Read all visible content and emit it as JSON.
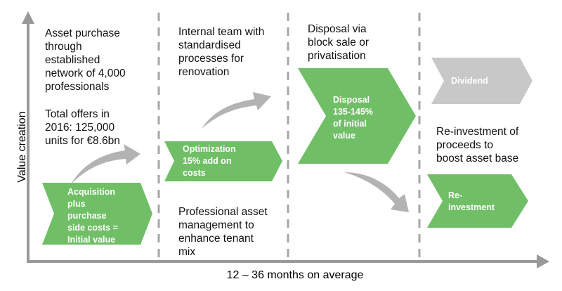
{
  "axes": {
    "y_label": "Value creation",
    "x_label": "12 – 36 months on average"
  },
  "colors": {
    "green": "#70bf67",
    "grey_box": "#c8c8c8",
    "arrow_grey": "#b3b3b3",
    "axis_grey": "#999999",
    "divider_grey": "#a6a6a6"
  },
  "columns": [
    {
      "top_text": [
        "Asset purchase",
        "through",
        "established",
        "network of 4,000",
        "professionals"
      ],
      "mid_text": [
        "Total offers in",
        "2016: 125,000",
        "units for €8.6bn"
      ],
      "box": {
        "lines": [
          "Acquisition",
          "plus",
          "purchase",
          "side costs =",
          "Initial value"
        ],
        "color": "green"
      }
    },
    {
      "top_text": [
        "Internal team with",
        "standardised",
        "processes for",
        "renovation"
      ],
      "box": {
        "lines": [
          "Optimization",
          "15% add on",
          "costs"
        ],
        "color": "green"
      },
      "bottom_text": [
        "Professional asset",
        "management to",
        "enhance tenant",
        "mix"
      ]
    },
    {
      "top_text": [
        "Disposal via",
        "block sale or",
        "privatisation"
      ],
      "box": {
        "lines": [
          "Disposal",
          "135-145%",
          "of initial",
          "value"
        ],
        "color": "green"
      }
    },
    {
      "box_top": {
        "lines": [
          "Dividend"
        ],
        "color": "grey"
      },
      "mid_text": [
        "Re-investment of",
        "proceeds to",
        "boost asset base"
      ],
      "box_bottom": {
        "lines": [
          "Re-",
          "investment"
        ],
        "color": "green"
      }
    }
  ]
}
